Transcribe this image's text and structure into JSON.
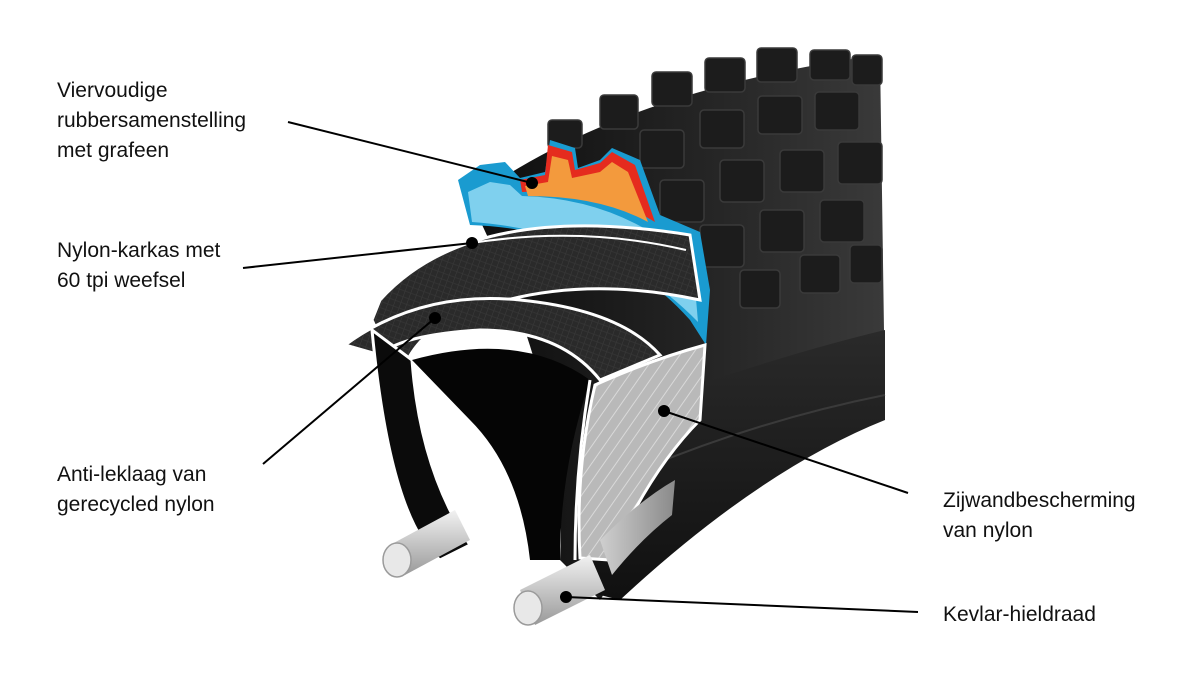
{
  "labels": {
    "rubber": [
      "Viervoudige",
      "rubbersamenstelling",
      "met grafeen"
    ],
    "carcass": [
      "Nylon-karkas met",
      "60 tpi weefsel"
    ],
    "puncture": [
      "Anti-leklaag van",
      "gerecycled nylon"
    ],
    "sidewall": [
      "Zijwandbescherming",
      "van nylon"
    ],
    "bead": [
      "Kevlar-hieldraad"
    ]
  },
  "colors": {
    "tread_red": "#e52b1e",
    "tread_orange": "#f39a3d",
    "base_blue": "#1a9bd0",
    "base_light_blue": "#7fd0ee",
    "tire_black": "#1b1b1b",
    "leader_line": "#000000"
  }
}
